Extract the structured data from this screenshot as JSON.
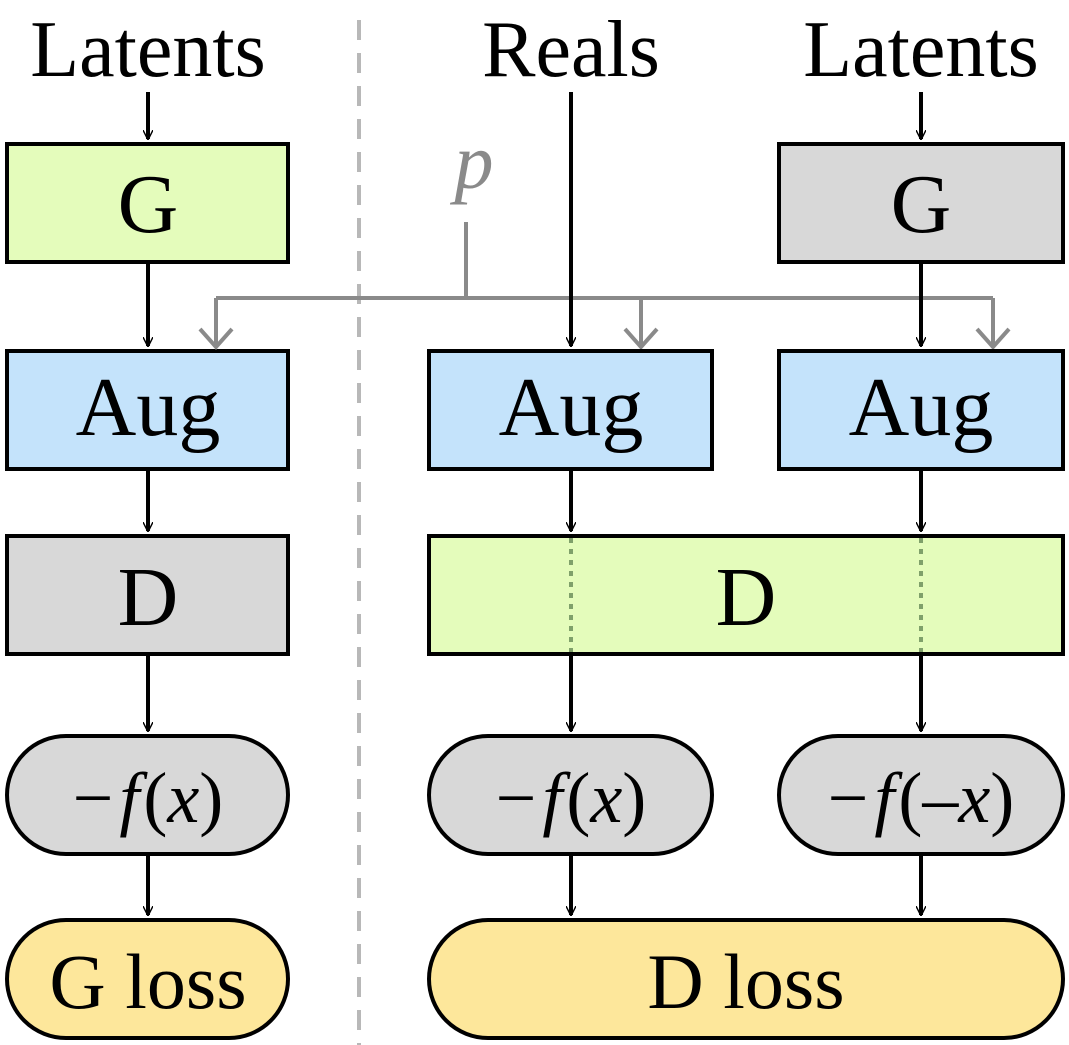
{
  "colors": {
    "generator_active": "#e4fcbb",
    "generator_inactive": "#d8d8d8",
    "augment": "#c4e3fb",
    "discriminator_active": "#e4fcbb",
    "discriminator_inactive": "#d8d8d8",
    "nonlinearity": "#d8d8d8",
    "loss": "#fde79b",
    "augment_probability": "#8a8a8a"
  },
  "left": {
    "input": "Latents",
    "generator": "G",
    "augment": "Aug",
    "discriminator": "D",
    "nonlinearity": {
      "sign": "−",
      "f": "f",
      "open": "(",
      "arg": "x",
      "close": ")"
    },
    "loss": "G loss"
  },
  "augment_probability": "p",
  "right": {
    "reals_input": "Reals",
    "latents_input": "Latents",
    "generator": "G",
    "augment_reals": "Aug",
    "augment_fakes": "Aug",
    "discriminator": "D",
    "nonlinearity_reals": {
      "sign": "−",
      "f": "f",
      "open": "(",
      "arg": "x",
      "close": ")"
    },
    "nonlinearity_fakes": {
      "sign": "−",
      "f": "f",
      "open": "(",
      "arg": "–x",
      "close": ")"
    },
    "loss": "D loss"
  }
}
